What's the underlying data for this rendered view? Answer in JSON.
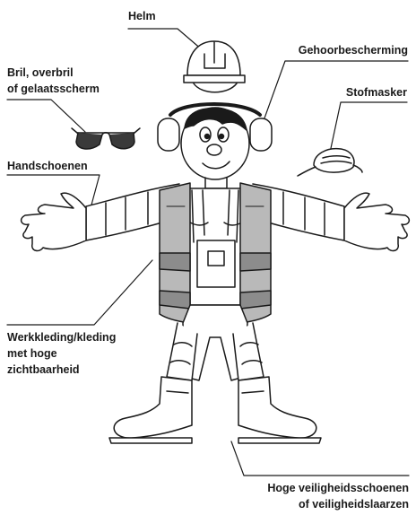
{
  "labels": {
    "helm": "Helm",
    "gehoor": "Gehoorbescherming",
    "bril_1": "Bril, overbril",
    "bril_2": "of gelaatsscherm",
    "stof": "Stofmasker",
    "hand": "Handschoenen",
    "werk_1": "Werkkleding/kleding",
    "werk_2": "met hoge",
    "werk_3": "zichtbaarheid",
    "schoen_1": "Hoge veiligheidsschoenen",
    "schoen_2": "of veiligheidslaarzen"
  },
  "colors": {
    "ink": "#1a1a1a",
    "vest": "#b9b9b9",
    "reflective": "#8c8c8c",
    "lens": "#3a3a3a"
  }
}
